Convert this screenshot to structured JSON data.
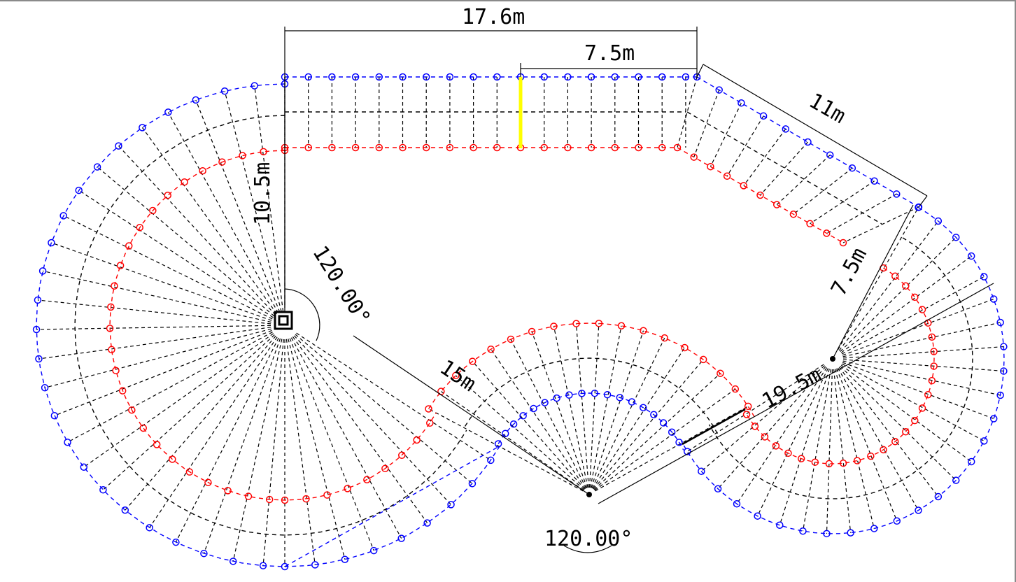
{
  "colors": {
    "background": "#ffffff",
    "outer_ring": "#0000ff",
    "inner_ring": "#ff0000",
    "middle_ring": "#000000",
    "highlight": "#ffff00",
    "dimension": "#000000"
  },
  "dimensions": {
    "top_width": "17.6m",
    "top_segment": "7.5m",
    "diagonal_edge": "11m",
    "left_height": "10.5m",
    "right_offset": "7.5m",
    "center_span_left": "15m",
    "center_span_right": "19.5m"
  },
  "angles": {
    "left_arc": "120.00°",
    "bottom_arc": "120.00°"
  },
  "legend": {
    "outer_ring_marker": "circle-marker",
    "inner_ring_marker": "circle-marker"
  }
}
